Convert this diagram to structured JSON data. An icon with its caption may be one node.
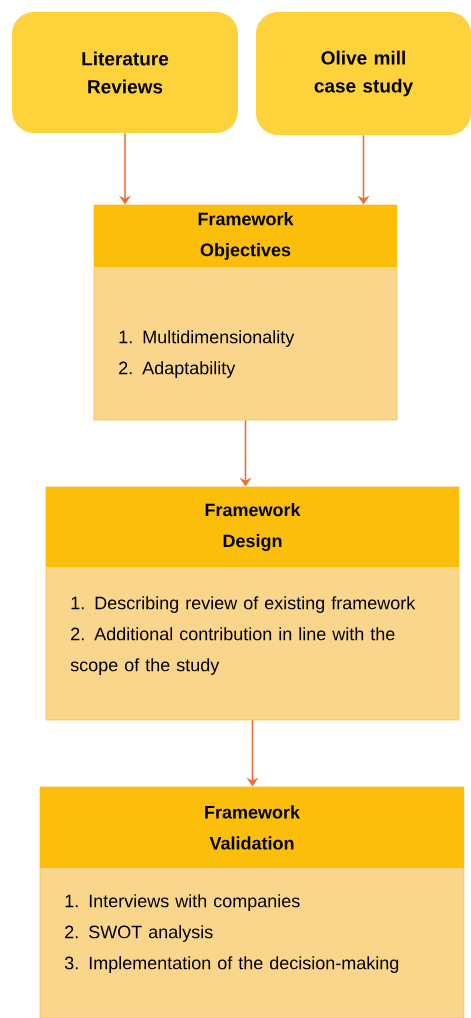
{
  "diagram": {
    "nodes": [
      {
        "text": [
          "Literature Reviews"
        ]
      },
      {
        "text": [
          "Olive mill case study"
        ]
      },
      {
        "text": [
          "Framework Objectives",
          "1. Multidimensionality",
          "2. Adaptability"
        ]
      },
      {
        "text": [
          "Framework Design",
          "1. Describing review of existing framework",
          "2. Additional contribution in line with the scope of the study"
        ]
      },
      {
        "text": [
          "Framework Validation",
          "1. Interviews with companies",
          "2. SWOT analysis",
          "3. Implementation of the decision-making"
        ]
      }
    ],
    "edges": [
      {
        "from": 0,
        "to": 2,
        "arrow": "to"
      },
      {
        "from": 1,
        "to": 2,
        "arrow": "to"
      },
      {
        "from": 2,
        "to": 3,
        "arrow": "to"
      },
      {
        "from": 3,
        "to": 4,
        "arrow": "to"
      }
    ]
  }
}
